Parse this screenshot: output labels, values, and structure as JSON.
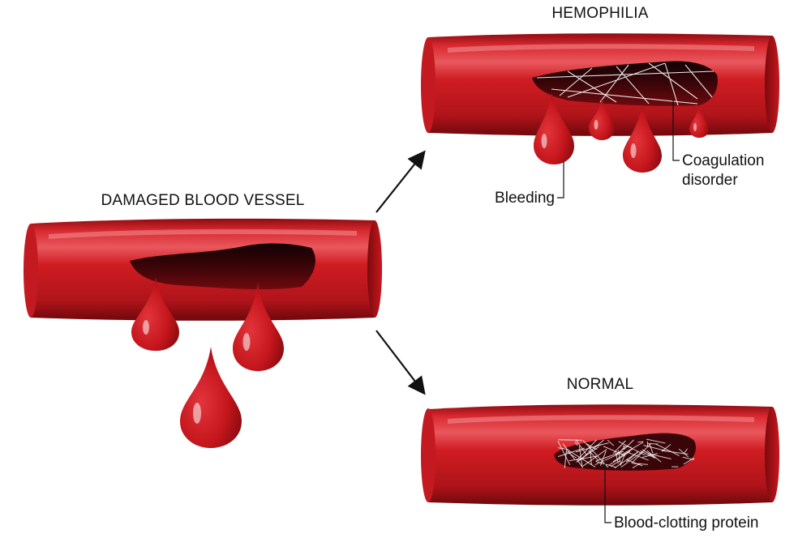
{
  "panels": {
    "damaged": {
      "title": "DAMAGED BLOOD VESSEL"
    },
    "hemophilia": {
      "title": "HEMOPHILIA",
      "callouts": {
        "bleeding": "Bleeding",
        "coagulation_line1": "Coagulation",
        "coagulation_line2": "disorder"
      }
    },
    "normal": {
      "title": "NORMAL",
      "callouts": {
        "clotting_protein": "Blood-clotting protein"
      }
    }
  },
  "colors": {
    "vessel_red": "#c8161d",
    "vessel_dark": "#7a0a0e",
    "vessel_highlight": "#f28a8f",
    "wound_dark": "#2a0406",
    "clot_fiber": "#ffffff"
  }
}
